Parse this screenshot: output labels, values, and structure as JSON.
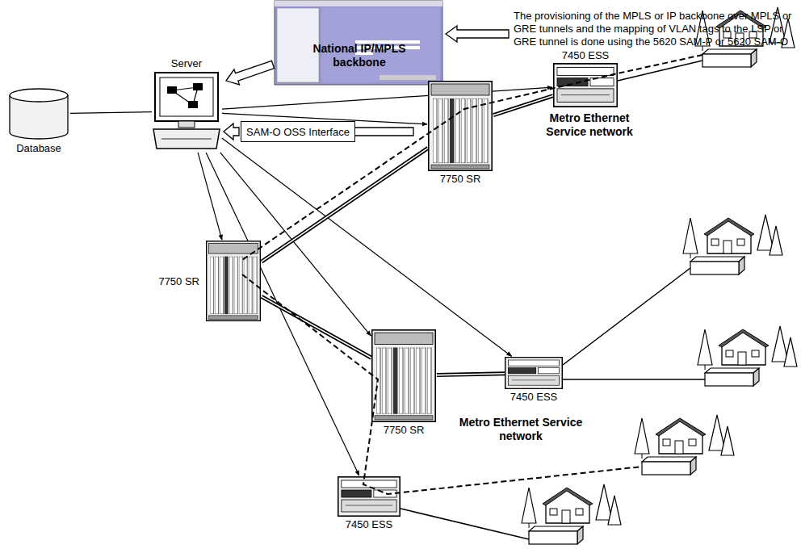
{
  "diagram": {
    "nodes": [
      {
        "text": [
          "Server"
        ]
      },
      {
        "text": [
          "SAM-O OSS Interface"
        ]
      },
      {
        "text": [
          "Database"
        ]
      },
      {
        "text": [
          "National IP/MPLS backbone"
        ]
      },
      {
        "text": [
          "Metro Ethernet Service network"
        ]
      },
      {
        "text": [
          "Metro Ethernet Service network"
        ]
      },
      {
        "text": [
          "7450 ESS"
        ]
      },
      {
        "text": [
          "7750 SR"
        ]
      },
      {
        "text": [
          "7750 SR"
        ]
      },
      {
        "text": [
          "7750 SR"
        ]
      },
      {
        "text": [
          "7450 ESS"
        ]
      },
      {
        "text": [
          "7450 ESS"
        ]
      }
    ],
    "edges": [
      {
        "from": 0,
        "to": 8,
        "arrow": "to"
      },
      {
        "from": 0,
        "to": 7,
        "arrow": "to"
      },
      {
        "from": 0,
        "to": 9,
        "arrow": "to"
      },
      {
        "from": 0,
        "to": 6,
        "arrow": "to"
      },
      {
        "from": 0,
        "to": 10,
        "arrow": "to"
      },
      {
        "from": 0,
        "to": 11,
        "arrow": "to"
      },
      {
        "from": 2,
        "to": 0,
        "arrow": "none"
      },
      {
        "from": 1,
        "to": 0,
        "arrow": "to"
      },
      {
        "from": 8,
        "to": 7,
        "arrow": "none"
      },
      {
        "from": 8,
        "to": 9,
        "arrow": "none"
      },
      {
        "from": 7,
        "to": 6,
        "arrow": "none"
      },
      {
        "from": 9,
        "to": 10,
        "arrow": "none"
      }
    ],
    "labels": [
      "The provisioning of the MPLS or IP backbone over MPLS or GRE tunnels and the mapping of VLAN tags to the LSP or GRE tunnel is done using the 5620 SAM-P or 5620 SAM-O"
    ]
  }
}
